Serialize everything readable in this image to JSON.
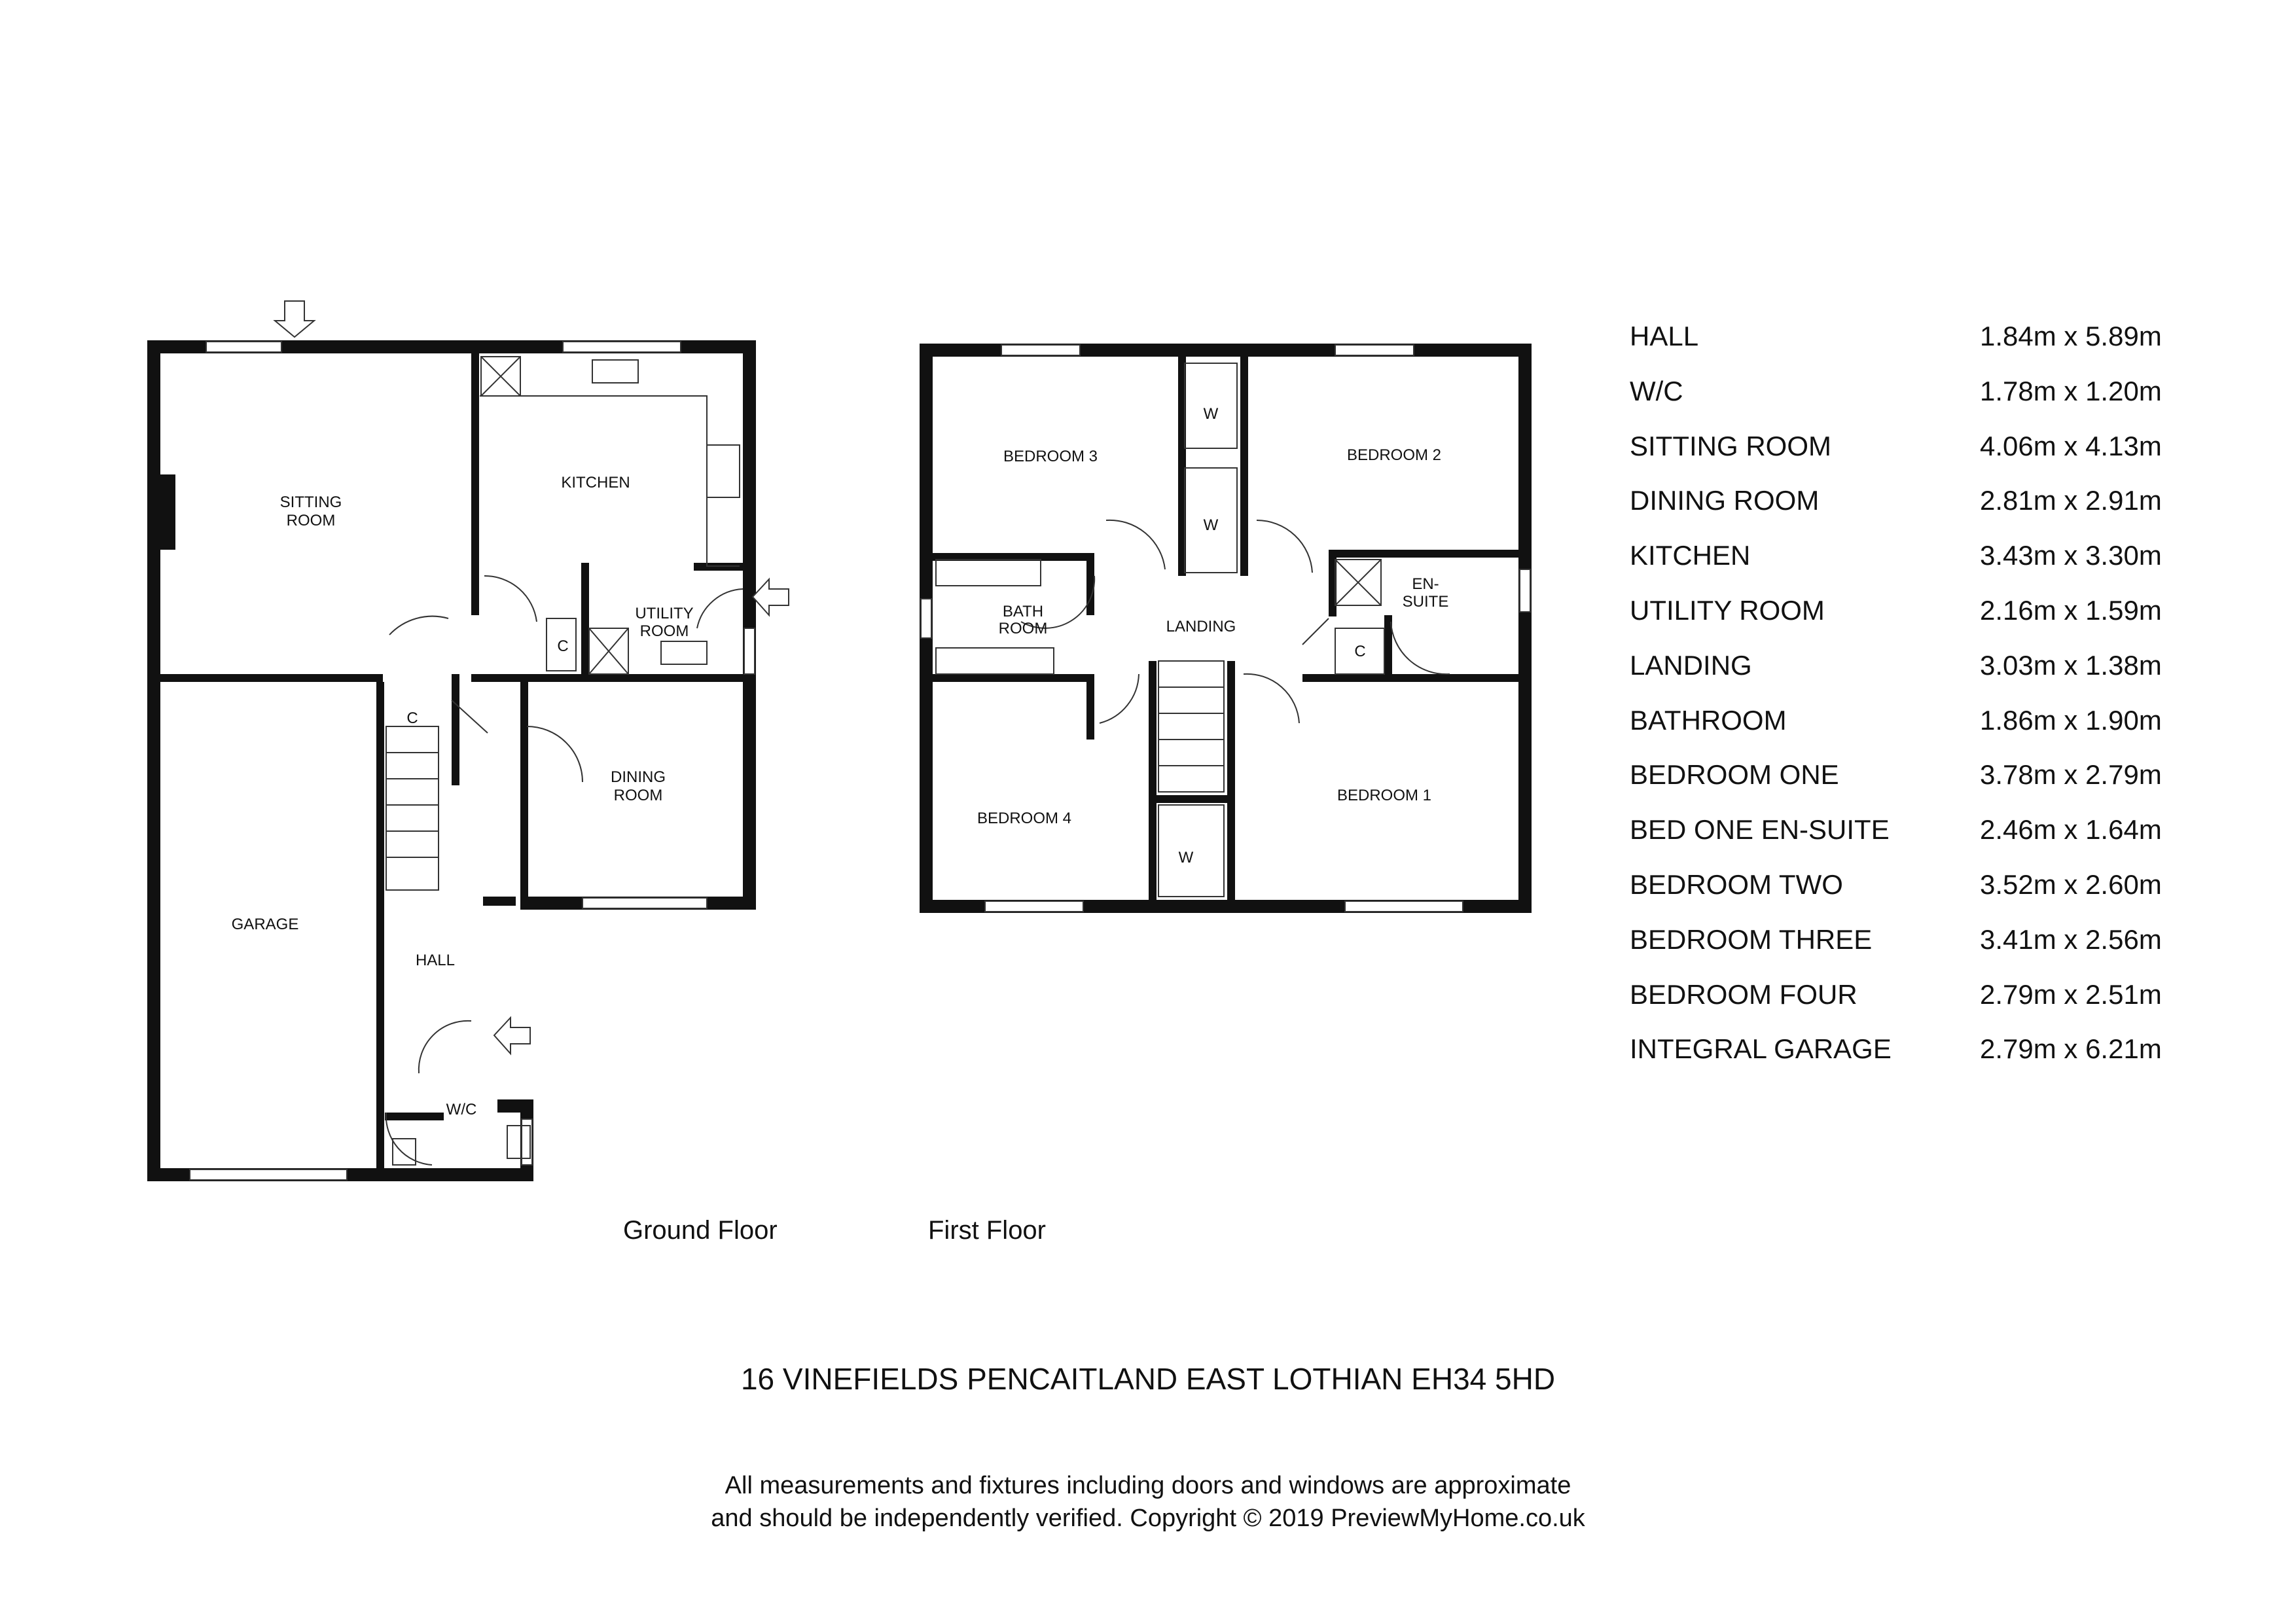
{
  "ground_floor": {
    "caption": "Ground Floor",
    "labels": {
      "sitting_l1": "SITTING",
      "sitting_l2": "ROOM",
      "kitchen": "KITCHEN",
      "utility_l1": "UTILITY",
      "utility_l2": "ROOM",
      "cupboard": "C",
      "dining_l1": "DINING",
      "dining_l2": "ROOM",
      "garage": "GARAGE",
      "hall": "HALL",
      "wc": "W/C"
    }
  },
  "first_floor": {
    "caption": "First Floor",
    "labels": {
      "bedroom3": "BEDROOM 3",
      "bedroom2": "BEDROOM 2",
      "wardrobe": "W",
      "bath_l1": "BATH",
      "bath_l2": "ROOM",
      "landing": "LANDING",
      "ensuite_l1": "EN-",
      "ensuite_l2": "SUITE",
      "cupboard": "C",
      "bedroom4": "BEDROOM 4",
      "bedroom1": "BEDROOM 1"
    }
  },
  "rooms": [
    {
      "name": "HALL",
      "dimensions": "1.84m x 5.89m"
    },
    {
      "name": "W/C",
      "dimensions": "1.78m x 1.20m"
    },
    {
      "name": "SITTING ROOM",
      "dimensions": "4.06m x 4.13m"
    },
    {
      "name": "DINING ROOM",
      "dimensions": "2.81m x 2.91m"
    },
    {
      "name": "KITCHEN",
      "dimensions": "3.43m x 3.30m"
    },
    {
      "name": "UTILITY ROOM",
      "dimensions": "2.16m x 1.59m"
    },
    {
      "name": "LANDING",
      "dimensions": "3.03m x 1.38m"
    },
    {
      "name": "BATHROOM",
      "dimensions": "1.86m x 1.90m"
    },
    {
      "name": "BEDROOM ONE",
      "dimensions": "3.78m x 2.79m"
    },
    {
      "name": "BED ONE EN-SUITE",
      "dimensions": "2.46m x 1.64m"
    },
    {
      "name": "BEDROOM TWO",
      "dimensions": "3.52m x 2.60m"
    },
    {
      "name": "BEDROOM THREE",
      "dimensions": "3.41m x 2.56m"
    },
    {
      "name": "BEDROOM FOUR",
      "dimensions": "2.79m x 2.51m"
    },
    {
      "name": "INTEGRAL GARAGE",
      "dimensions": "2.79m x 6.21m"
    }
  ],
  "address": "16 VINEFIELDS PENCAITLAND EAST LOTHIAN EH34 5HD",
  "disclaimer": {
    "line1": "All measurements and fixtures including doors and windows are approximate",
    "line2": "and should be independently verified. Copyright © 2019 PreviewMyHome.co.uk"
  },
  "colors": {
    "wall": "#111111",
    "window": "#ffffff",
    "line": "#333333"
  }
}
